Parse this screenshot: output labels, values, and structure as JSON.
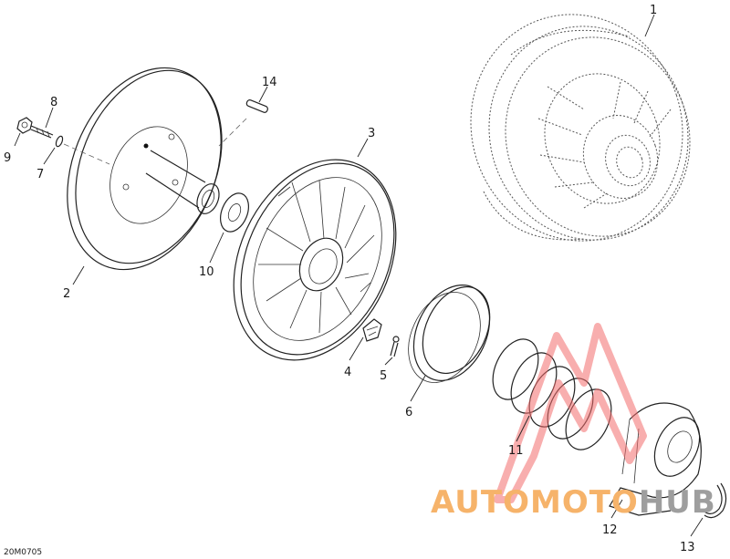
{
  "diagram_code": "20M0705",
  "watermark": {
    "part1": "AUTO",
    "part2": "MOTO",
    "part3": "HUB",
    "colors": {
      "part1": "#f6b36a",
      "part2": "#f6b36a",
      "part3": "#9e9e9e",
      "triangle": "#f26b6b"
    }
  },
  "callouts": [
    {
      "id": "1",
      "label": "1"
    },
    {
      "id": "2",
      "label": "2"
    },
    {
      "id": "3",
      "label": "3"
    },
    {
      "id": "4",
      "label": "4"
    },
    {
      "id": "5",
      "label": "5"
    },
    {
      "id": "6",
      "label": "6"
    },
    {
      "id": "7",
      "label": "7"
    },
    {
      "id": "8",
      "label": "8"
    },
    {
      "id": "9",
      "label": "9"
    },
    {
      "id": "10",
      "label": "10"
    },
    {
      "id": "11",
      "label": "11"
    },
    {
      "id": "12",
      "label": "12"
    },
    {
      "id": "13",
      "label": "13"
    },
    {
      "id": "14",
      "label": "14"
    }
  ]
}
